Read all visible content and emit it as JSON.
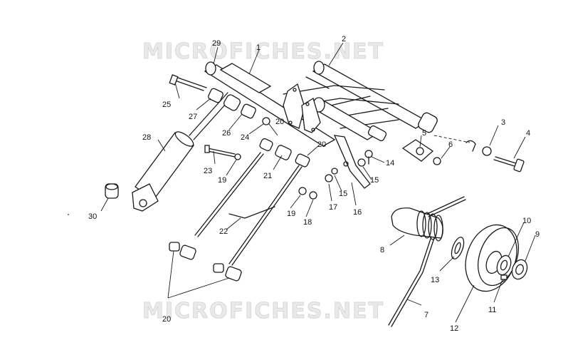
{
  "watermark": {
    "text": "MICROFICHES.NET"
  },
  "callouts": {
    "c1": "1",
    "c2": "2",
    "c3": "3",
    "c4": "4",
    "c5": "5",
    "c6": "6",
    "c7": "7",
    "c8": "8",
    "c9": "9",
    "c10": "10",
    "c11": "11",
    "c12": "12",
    "c13": "13",
    "c14": "14",
    "c15a": "15",
    "c15b": "15",
    "c16": "16",
    "c17": "17",
    "c18": "18",
    "c19a": "19",
    "c19b": "19",
    "c20a": "20",
    "c20b": "20",
    "c20c": "20",
    "c21": "21",
    "c22": "22",
    "c23": "23",
    "c24": "24",
    "c25": "25",
    "c26": "26",
    "c27": "27",
    "c28": "28",
    "c29": "29",
    "c30": "30"
  }
}
